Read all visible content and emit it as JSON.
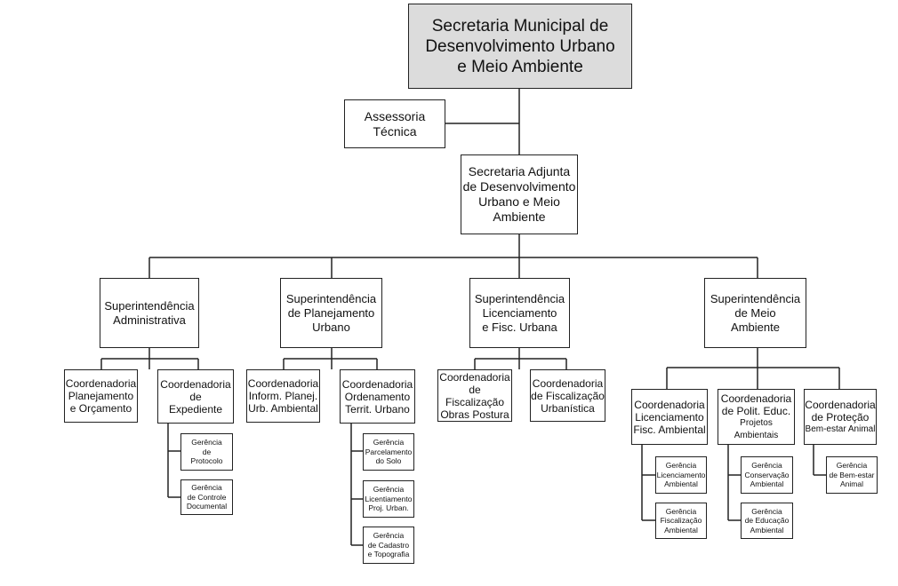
{
  "top": {
    "line1": "Secretaria Municipal de",
    "line2": "Desenvolvimento Urbano",
    "line3": "e Meio Ambiente"
  },
  "assessoria": {
    "line1": "Assessoria",
    "line2": "Técnica"
  },
  "adjunta": {
    "line1": "Secretaria Adjunta",
    "line2": "de Desenvolvimento",
    "line3": "Urbano e Meio",
    "line4": "Ambiente"
  },
  "sup_adm": {
    "line1": "Superintendência",
    "line2": "Administrativa"
  },
  "sup_plan": {
    "line1": "Superintendência",
    "line2": "de Planejamento",
    "line3": "Urbano"
  },
  "sup_lic": {
    "line1": "Superintendência",
    "line2": "Licenciamento",
    "line3": "e Fisc. Urbana"
  },
  "sup_meio": {
    "line1": "Superintendência",
    "line2": "de Meio",
    "line3": "Ambiente"
  },
  "coord_plan_orc": {
    "line1": "Coordenadoria",
    "line2": "Planejamento",
    "line3": "e Orçamento"
  },
  "coord_expediente": {
    "line1": "Coordenadoria",
    "line2": "de",
    "line3": "Expediente"
  },
  "coord_inform": {
    "line1": "Coordenadoria",
    "line2": "Inform. Planej.",
    "line3": "Urb. Ambiental"
  },
  "coord_ordenamento": {
    "line1": "Coordenadoria",
    "line2": "Ordenamento",
    "line3": "Territ. Urbano"
  },
  "coord_fiscalizacao_obras": {
    "line1": "Coordenadoria",
    "line2": "de Fiscalização",
    "line3": "Obras Postura"
  },
  "coord_fiscalizacao_urb": {
    "line1": "Coordenadoria",
    "line2": "de Fiscalização",
    "line3": "Urbanística"
  },
  "coord_licenciamento": {
    "line1": "Coordenadoria",
    "line2": "Licenciamento",
    "line3": "Fisc. Ambiental"
  },
  "coord_polit": {
    "line1": "Coordenadoria",
    "line2": "de Polit. Educ.",
    "line3": "Projetos Ambientais"
  },
  "coord_protecao": {
    "line1": "Coordenadoria",
    "line2": "de Proteção",
    "line3": "Bem-estar Animal"
  },
  "ger_protocolo": {
    "line1": "Gerência",
    "line2": "de",
    "line3": "Protocolo"
  },
  "ger_controle": {
    "line1": "Gerência",
    "line2": "de Controle",
    "line3": "Documental"
  },
  "ger_parcelamento": {
    "line1": "Gerência",
    "line2": "Parcelamento",
    "line3": "do Solo"
  },
  "ger_licentiamento_proj": {
    "line1": "Gerência",
    "line2": "Licentiamento",
    "line3": "Proj. Urban."
  },
  "ger_cadastro": {
    "line1": "Gerência",
    "line2": "de Cadastro",
    "line3": "e Topografia"
  },
  "ger_licenciamento_amb": {
    "line1": "Gerência",
    "line2": "Licenciamento",
    "line3": "Ambiental"
  },
  "ger_fiscalizacao_amb": {
    "line1": "Gerência",
    "line2": "Fiscalização",
    "line3": "Ambiental"
  },
  "ger_conservacao": {
    "line1": "Gerência",
    "line2": "Conservação",
    "line3": "Ambiental"
  },
  "ger_educacao": {
    "line1": "Gerência",
    "line2": "de Educação",
    "line3": "Ambiental"
  },
  "ger_bem_estar": {
    "line1": "Gerência",
    "line2": "de Bem-estar",
    "line3": "Animal"
  }
}
